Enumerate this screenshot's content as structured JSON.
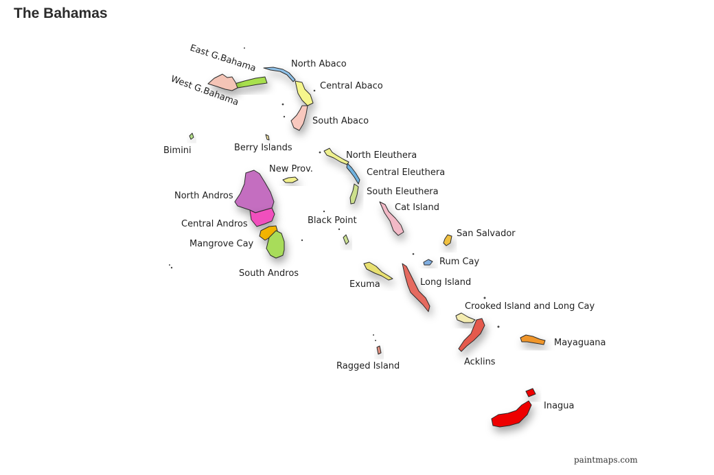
{
  "map": {
    "title": "The Bahamas",
    "credit": "paintmaps.com",
    "regions": [
      {
        "label": "East G.Bahama",
        "color": "#a8e04e"
      },
      {
        "label": "West G.Bahama",
        "color": "#f4c4b6"
      },
      {
        "label": "North Abaco",
        "color": "#8fc1e8"
      },
      {
        "label": "Central Abaco",
        "color": "#f6f68c"
      },
      {
        "label": "South Abaco",
        "color": "#f8c8be"
      },
      {
        "label": "Bimini",
        "color": "#b5e08a"
      },
      {
        "label": "Berry Islands",
        "color": "#f0e0a0"
      },
      {
        "label": "North Eleuthera",
        "color": "#eef08e"
      },
      {
        "label": "Central Eleuthera",
        "color": "#6fb2df"
      },
      {
        "label": "New Prov.",
        "color": "#f2f08c"
      },
      {
        "label": "South Eleuthera",
        "color": "#cde08c"
      },
      {
        "label": "North Andros",
        "color": "#c46ec0"
      },
      {
        "label": "Cat Island",
        "color": "#f2b9c6"
      },
      {
        "label": "Central Andros",
        "color": "#f04fbd"
      },
      {
        "label": "Black Point",
        "color": "#cbe092"
      },
      {
        "label": "San Salvador",
        "color": "#f0c040"
      },
      {
        "label": "Mangrove Cay",
        "color": "#f2b400"
      },
      {
        "label": "Rum Cay",
        "color": "#80aee0"
      },
      {
        "label": "South Andros",
        "color": "#a8dc5a"
      },
      {
        "label": "Exuma",
        "color": "#e8e070"
      },
      {
        "label": "Long Island",
        "color": "#e56a5e"
      },
      {
        "label": "Crooked Island and Long Cay",
        "color": "#f4ecb0"
      },
      {
        "label": "Mayaguana",
        "color": "#f0962c"
      },
      {
        "label": "Acklins",
        "color": "#e45a4e"
      },
      {
        "label": "Ragged Island",
        "color": "#e09080"
      },
      {
        "label": "Inagua",
        "color": "#ee0000"
      }
    ]
  }
}
